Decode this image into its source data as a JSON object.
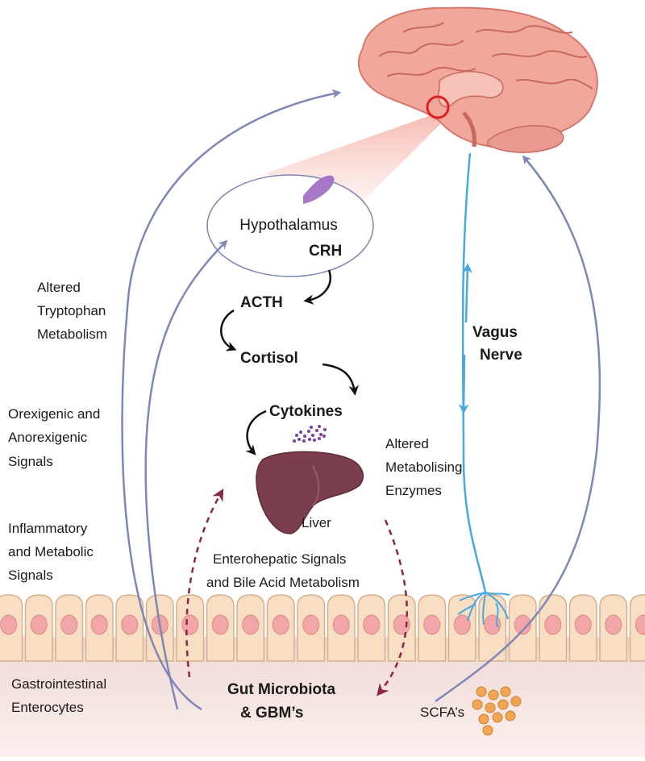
{
  "labels": {
    "hypothalamus": "Hypothalamus",
    "crh": "CRH",
    "acth": "ACTH",
    "cortisol": "Cortisol",
    "cytokines": "Cytokines",
    "liver": "Liver",
    "vagus_nerve": [
      "Vagus",
      "Nerve"
    ],
    "altered_tryptophan": [
      "Altered",
      "Tryptophan",
      "Metabolism"
    ],
    "orexigenic": [
      "Orexigenic and",
      "Anorexigenic",
      "Signals"
    ],
    "inflammatory": [
      "Inflammatory",
      "and Metabolic",
      "Signals"
    ],
    "altered_enzymes": [
      "Altered",
      "Metabolising",
      "Enzymes"
    ],
    "enterohepatic": [
      "Enterohepatic Signals",
      "and Bile Acid Metabolism"
    ],
    "gastrointestinal": [
      "Gastrointestinal",
      "Enterocytes"
    ],
    "gut_microbiota": [
      "Gut Microbiota",
      "& GBM’s"
    ],
    "scfa": "SCFA’s"
  },
  "colors": {
    "brain": "#f2a79b",
    "brain_fold": "#d9776c",
    "liver": "#7a3e4e",
    "arrow_blue": "#7f86b8",
    "vagus": "#4aa8dc",
    "dashed": "#8a2748",
    "cell_fill": "#f8dfc3",
    "cell_stroke": "#d6b08e",
    "nucleus": "#f2a6a8",
    "scfa": "#f2a655",
    "hypothalamus_shape": "#a878c8"
  }
}
